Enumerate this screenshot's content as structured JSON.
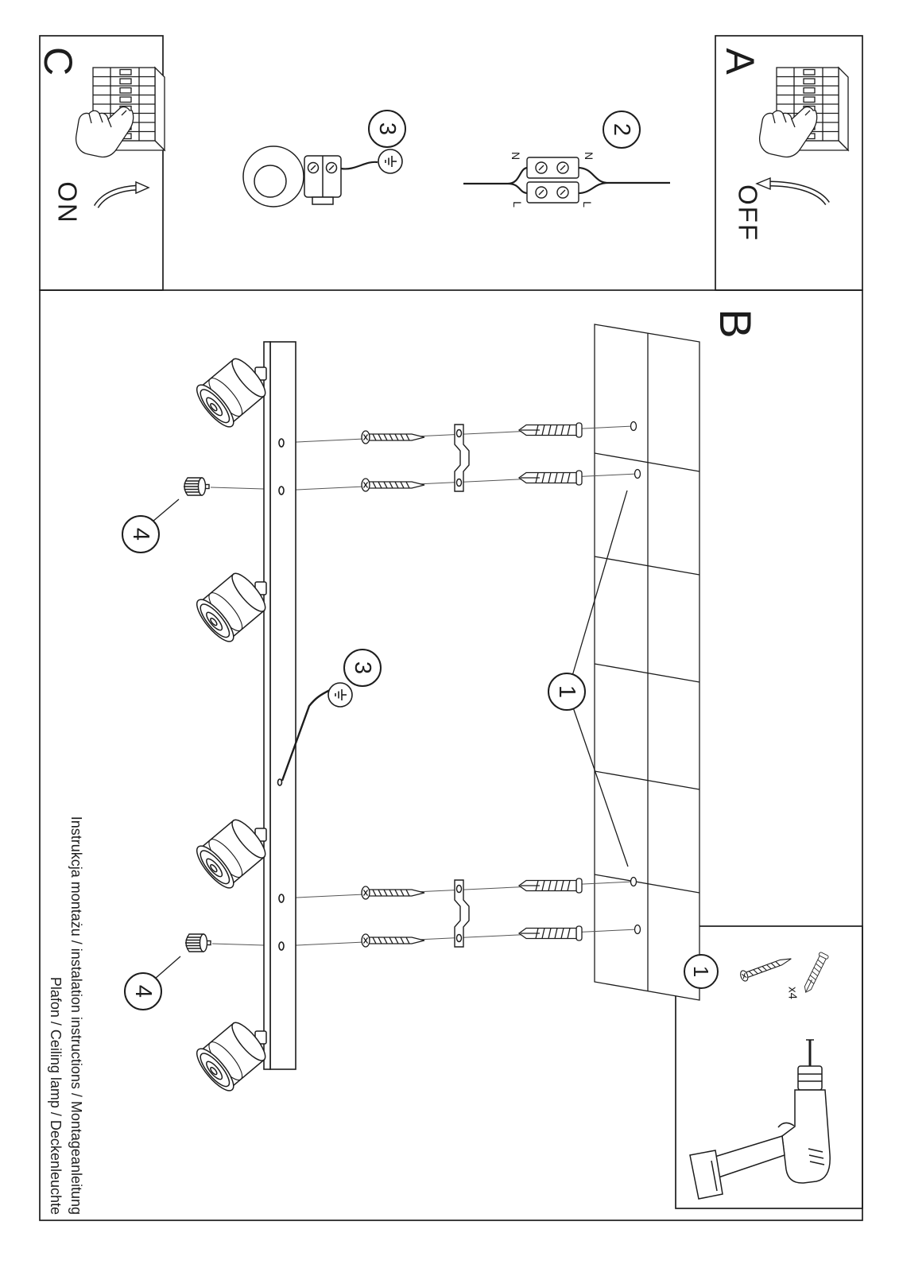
{
  "sheet": {
    "background": "#ffffff",
    "ink": "#1d1d1d"
  },
  "panels": {
    "a": {
      "label": "A",
      "action": "OFF"
    },
    "b": {
      "label": "B"
    },
    "c": {
      "label": "C",
      "action": "ON"
    }
  },
  "badges": {
    "n1": "1",
    "n2": "2",
    "n3": "3",
    "n4": "4"
  },
  "wiring": {
    "neutral": "N",
    "live": "L"
  },
  "parts": {
    "badge": "1",
    "qty": "x4"
  },
  "footer": {
    "line1": "Instrukcja montażu / instalation instructions / Montageanleitung",
    "line2": "Plafon / Ceiling lamp / Deckenleuchte"
  }
}
